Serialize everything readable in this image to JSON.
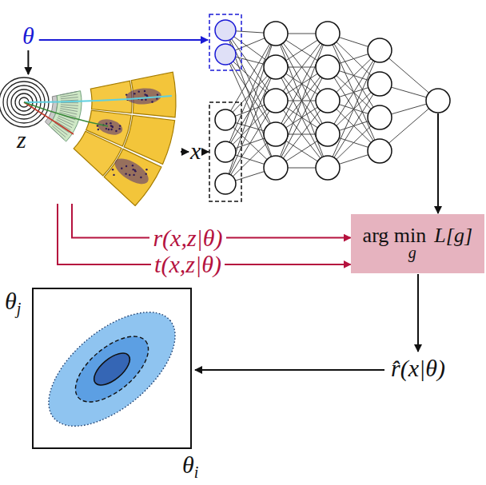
{
  "diagram": {
    "nodes": [
      {
        "text": [
          "z"
        ]
      },
      {
        "text": [
          "arg min",
          "g",
          "L[g]"
        ]
      },
      {
        "text": [
          "θj",
          "θi"
        ]
      }
    ],
    "edges": [
      {
        "from": 0,
        "to": 1,
        "arrow": "to",
        "label": "r(x,z|θ)"
      },
      {
        "from": 0,
        "to": 1,
        "arrow": "to",
        "label": "t(x,z|θ)"
      }
    ],
    "labels": [
      "θ",
      "x",
      "r̂(x|θ)"
    ]
  }
}
